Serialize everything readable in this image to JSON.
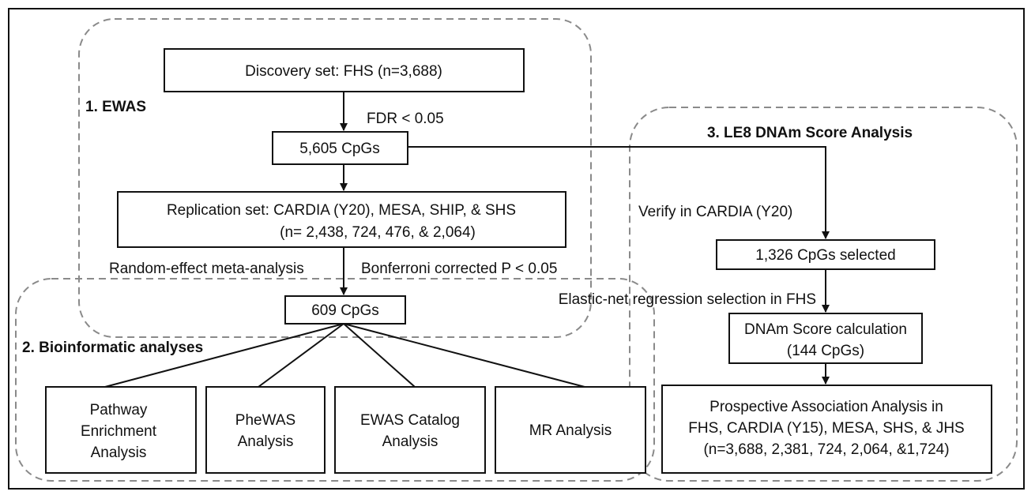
{
  "regions": {
    "ewas": "1. EWAS",
    "bioinformatic": "2. Bioinformatic analyses",
    "score": "3. LE8 DNAm Score Analysis"
  },
  "nodes": {
    "discovery": "Discovery set: FHS (n=3,688)",
    "cpgs_5605": "5,605 CpGs",
    "replication_line1": "Replication set: CARDIA (Y20), MESA, SHIP, & SHS",
    "replication_line2": "(n= 2,438, 724, 476, & 2,064)",
    "cpgs_609": "609 CpGs",
    "pathway_line1": "Pathway",
    "pathway_line2": "Enrichment",
    "pathway_line3": "Analysis",
    "phewas_line1": "PheWAS",
    "phewas_line2": "Analysis",
    "catalog_line1": "EWAS Catalog",
    "catalog_line2": "Analysis",
    "mr": "MR Analysis",
    "selected_1326": "1,326 CpGs selected",
    "score_calc_line1": "DNAm Score calculation",
    "score_calc_line2": "(144 CpGs)",
    "prospective_line1": "Prospective Association Analysis in",
    "prospective_line2": "FHS, CARDIA (Y15), MESA, SHS, & JHS",
    "prospective_line3": "(n=3,688, 2,381, 724, 2,064, &1,724)"
  },
  "edge_labels": {
    "fdr": "FDR < 0.05",
    "random_effect": "Random-effect meta-analysis",
    "bonferroni": "Bonferroni corrected P < 0.05",
    "verify": "Verify in CARDIA (Y20)",
    "elastic_net": "Elastic-net regression selection in FHS"
  }
}
